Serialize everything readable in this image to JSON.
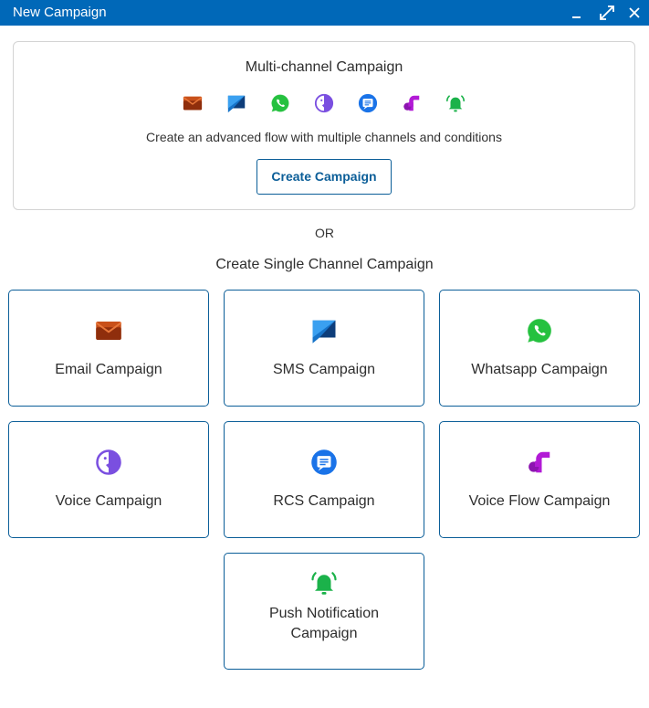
{
  "window": {
    "title": "New Campaign",
    "controls": [
      "minimize-icon",
      "maximize-icon",
      "close-icon"
    ]
  },
  "multi_channel": {
    "title": "Multi-channel Campaign",
    "channel_icons": [
      "email-icon",
      "sms-icon",
      "whatsapp-icon",
      "voice-icon",
      "rcs-icon",
      "voice-flow-icon",
      "push-notification-icon"
    ],
    "description": "Create an advanced flow with multiple channels and conditions",
    "button_label": "Create Campaign"
  },
  "separator": {
    "label": "OR"
  },
  "single_channel": {
    "title": "Create Single Channel Campaign",
    "cards": [
      {
        "icon": "email-icon",
        "label": "Email Campaign"
      },
      {
        "icon": "sms-icon",
        "label": "SMS Campaign"
      },
      {
        "icon": "whatsapp-icon",
        "label": "Whatsapp Campaign"
      },
      {
        "icon": "voice-icon",
        "label": "Voice Campaign"
      },
      {
        "icon": "rcs-icon",
        "label": "RCS Campaign"
      },
      {
        "icon": "voice-flow-icon",
        "label": "Voice Flow Campaign"
      },
      {
        "icon": "push-notification-icon",
        "label": "Push Notification Campaign"
      }
    ]
  },
  "colors": {
    "titlebar": "#0068b8",
    "accent": "#0b5e98",
    "email": "#b8410f",
    "sms": "#1673c8",
    "whatsapp": "#25c13f",
    "voice": "#7a4fe0",
    "rcs": "#1a73e8",
    "voice_flow": "#b21ad6",
    "push": "#1bb24a"
  }
}
